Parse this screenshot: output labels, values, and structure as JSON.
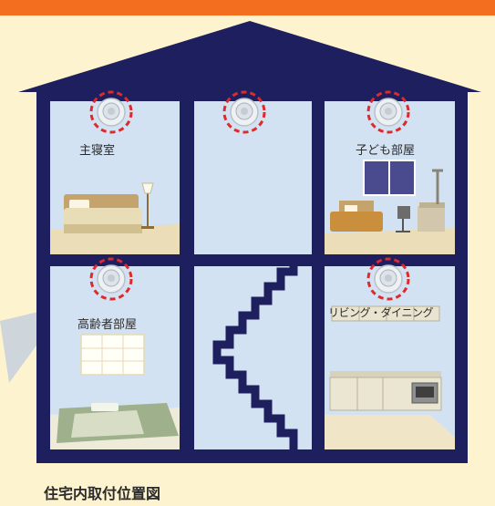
{
  "colors": {
    "banner": "#f46e20",
    "background": "#fdf3cf",
    "house_frame": "#1d1f5e",
    "room_wall": "#d3e2f3",
    "detector_ring": "#e02a2a"
  },
  "rooms": {
    "master_bedroom": "主寝室",
    "kids_room": "子ども部屋",
    "elderly_room": "高齢者部屋",
    "living_dining": "リビング・ダイニング"
  },
  "caption": "住宅内取付位置図",
  "icons": [
    "smoke-detector-icon"
  ]
}
